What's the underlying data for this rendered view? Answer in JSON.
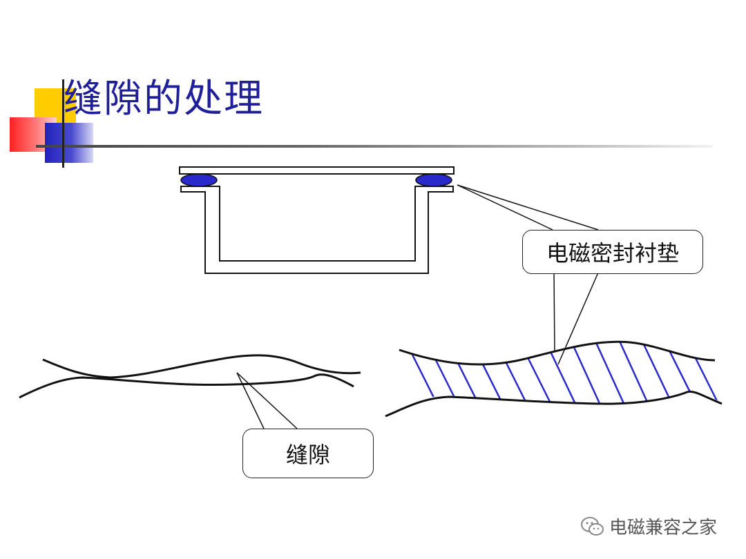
{
  "title": "缝隙的处理",
  "labels": {
    "gasket": "电磁密封衬垫",
    "gap": "缝隙"
  },
  "watermark": {
    "text": "电磁兼容之家",
    "icon": "wechat-icon"
  },
  "colors": {
    "title": "#1f1f9a",
    "gasket_fill": "#2a2acc",
    "hatch": "#2a2acc",
    "accent_yellow": "#ffcc00",
    "accent_red": "#ff2020",
    "accent_blue": "#2222bb"
  }
}
